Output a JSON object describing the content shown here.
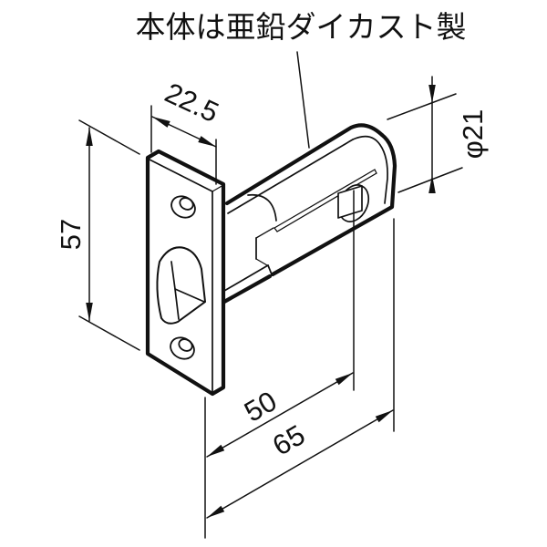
{
  "drawing": {
    "title": "本体は亜鉛ダイカスト製",
    "dimensions": {
      "plate_width": "22.5",
      "plate_height": "57",
      "tube_diameter": "φ21",
      "backset": "50",
      "overall_length": "65"
    }
  },
  "colors": {
    "line": "#111111",
    "background": "#ffffff"
  }
}
